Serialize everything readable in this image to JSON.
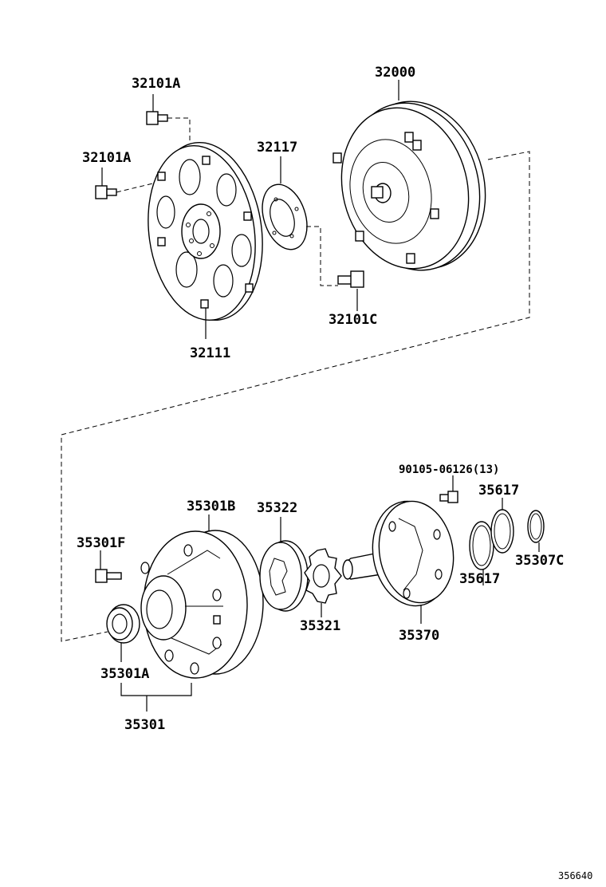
{
  "parts": {
    "p32101A_top": "32101A",
    "p32101A_left": "32101A",
    "p32000": "32000",
    "p32117": "32117",
    "p32101C": "32101C",
    "p32111": "32111",
    "p90105": "90105-06126(13)",
    "p35617_top": "35617",
    "p35617_bottom": "35617",
    "p35301B": "35301B",
    "p35322": "35322",
    "p35301F": "35301F",
    "p35307C": "35307C",
    "p35321": "35321",
    "p35370": "35370",
    "p35301A": "35301A",
    "p35301": "35301"
  },
  "reference_number": "356640"
}
